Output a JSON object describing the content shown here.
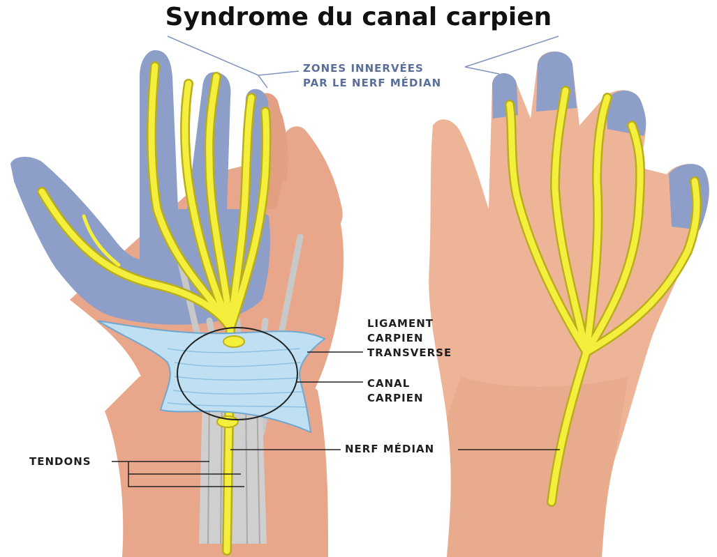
{
  "title": "Syndrome du canal carpien",
  "labels": {
    "zones_line1": "ZONES INNERVÉES",
    "zones_line2": "PAR LE NERF MÉDIAN",
    "ligament_line1": "LIGAMENT",
    "ligament_line2": "CARPIEN",
    "ligament_line3": "TRANSVERSE",
    "canal_line1": "CANAL",
    "canal_line2": "CARPIEN",
    "nerf": "NERF MÉDIAN",
    "tendons": "TENDONS"
  },
  "colors": {
    "skin": "#e8a68a",
    "skin_light": "#f2c2aa",
    "skin_dark": "#d38f73",
    "innervated_zone": "#8d9ec9",
    "nerve": "#f4ee3c",
    "nerve_outline": "#b9ad1c",
    "tendon": "#c8c8c8",
    "ligament": "#bfe0f3",
    "ligament_stroke": "#6fa7cf",
    "label_blue": "#5a6e9a",
    "leader": "#222222"
  }
}
